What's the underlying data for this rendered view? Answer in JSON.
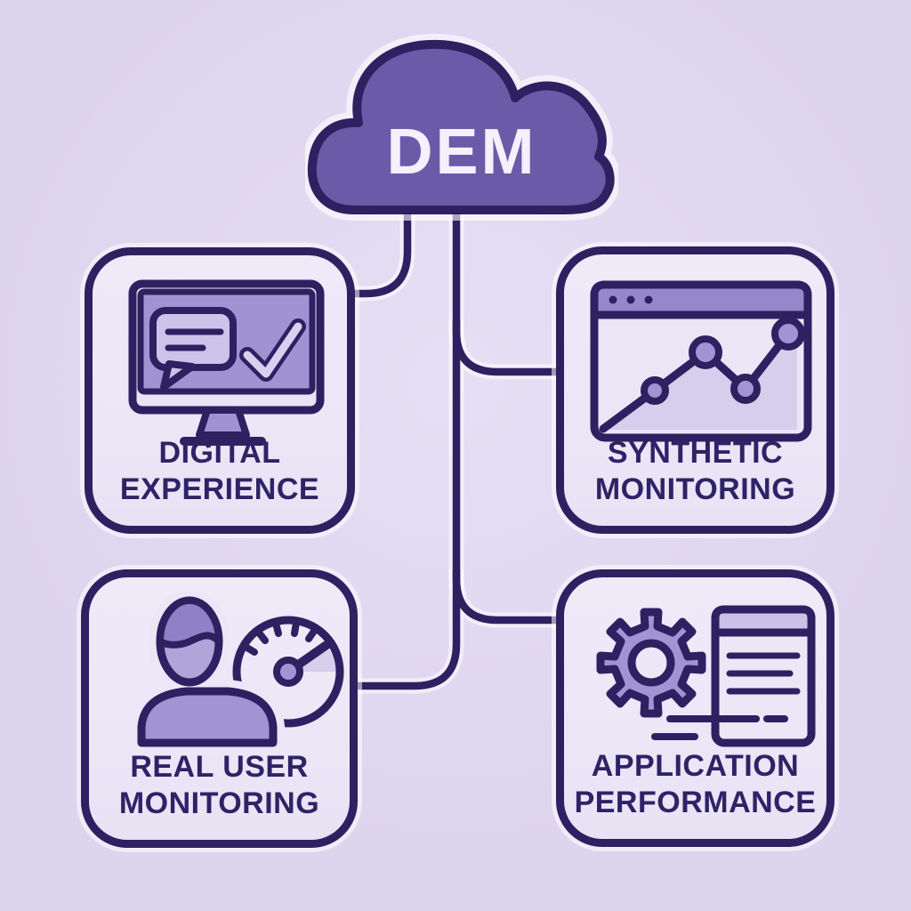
{
  "diagram": {
    "title_node": {
      "label": "DEM",
      "icon": "cloud-icon",
      "shape": "cloud"
    },
    "nodes": [
      {
        "id": "digital-experience",
        "label_lines": [
          "DIGITAL",
          "EXPERIENCE"
        ],
        "icon": "monitor-check-icon",
        "position": "top-left"
      },
      {
        "id": "synthetic-monitoring",
        "label_lines": [
          "SYNTHETIC",
          "MONITORING"
        ],
        "icon": "browser-line-chart-icon",
        "position": "top-right"
      },
      {
        "id": "real-user-monitoring",
        "label_lines": [
          "REAL USER",
          "MONITORING"
        ],
        "icon": "user-speedometer-icon",
        "position": "bottom-left"
      },
      {
        "id": "application-performance",
        "label_lines": [
          "APPLICATION",
          "PERFORMANCE"
        ],
        "icon": "gear-document-icon",
        "position": "bottom-right"
      }
    ],
    "connections": [
      "cloud to digital-experience",
      "cloud to synthetic-monitoring",
      "cloud to real-user-monitoring",
      "cloud to application-performance"
    ]
  },
  "palette": {
    "bg": "#ddd4ee",
    "card-bg": "#ece7f7",
    "outline": "#2d2162",
    "cloud-fill": "#6b5aa8",
    "cloud-text": "#f4f0fc",
    "icon-mid": "#a294d4",
    "icon-screen": "#a192d2",
    "icon-light": "#cdc2ea",
    "icon-lighter": "#d9d0f0",
    "chart-area": "#d7cdec",
    "bar-fill": "#9587c9",
    "head-fill": "#b0a4d9",
    "hair-fill": "#8f80c7",
    "doc-header": "#cbc1e8",
    "label": "#2e2366"
  }
}
